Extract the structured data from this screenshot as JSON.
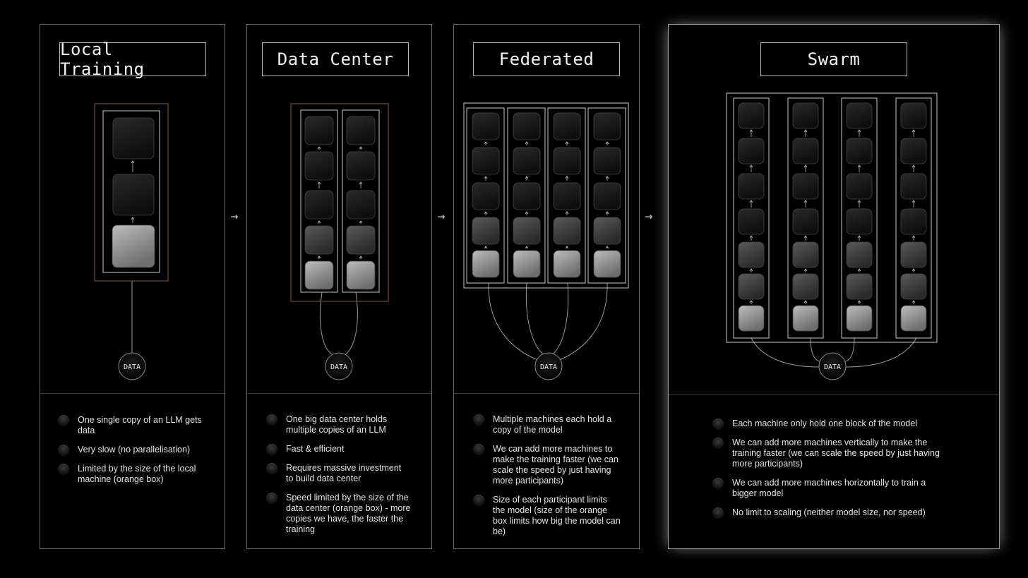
{
  "data_node_label": "DATA",
  "arrow_glyph": "→",
  "panels": [
    {
      "title": "Local Training",
      "bullets": [
        "One single copy of an LLM gets data",
        "Very slow (no parallelisation)",
        "Limited by the size of the local machine (orange box)"
      ]
    },
    {
      "title": "Data Center",
      "bullets": [
        "One big data center holds multiple copies of an LLM",
        "Fast & efficient",
        "Requires massive investment to build data center",
        "Speed limited by the size of the data center (orange box) - more copies we have, the faster the training"
      ]
    },
    {
      "title": "Federated",
      "bullets": [
        "Multiple machines each hold a copy of the model",
        "We can add more machines to make the training faster (we can scale the speed by just having more participants)",
        "Size of each participant limits the model (size of the orange box limits how big the model can be)"
      ]
    },
    {
      "title": "Swarm",
      "bullets": [
        "Each machine only hold one block of the model",
        "We can add more machines vertically to make the training faster (we can scale the speed by just having more participants)",
        "We can add more machines horizontally to train a bigger model",
        "No limit to scaling (neither model size, nor speed)"
      ]
    }
  ],
  "colors": {
    "background": "#000000",
    "border": "#6b6b6b",
    "machine_box": "#c9c9c9",
    "orange_box": "#8a5a3a",
    "text": "#e8e8e8"
  }
}
